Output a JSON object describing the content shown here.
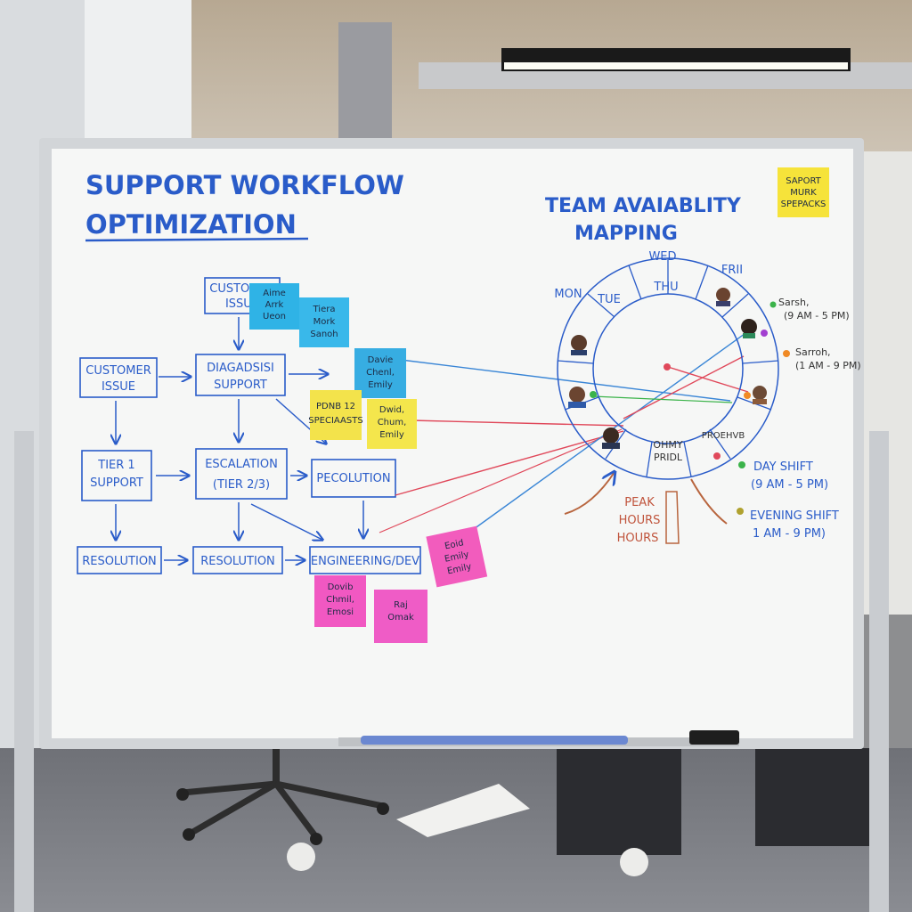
{
  "board": {
    "title_line1": "SUPPORT WORKFLOW",
    "title_line2": "OPTIMIZATION",
    "right_title_line1": "TEAM AVAIABLITY",
    "right_title_line2": "MAPPING"
  },
  "flow_boxes": {
    "top": [
      "CUSTOMER",
      "ISSUE"
    ],
    "customer_issue": [
      "CUSTOMER",
      "ISSUE"
    ],
    "diagnosis": [
      "DIAGADSISI",
      "SUPPORT"
    ],
    "tier1": [
      "TIER 1",
      "SUPPORT"
    ],
    "escalation": [
      "ESCALATION",
      "(TIER 2/3)"
    ],
    "pecolution": "PECOLUTION",
    "resolution1": "RESOLUTION",
    "resolution2": "RESOLUTION",
    "engineering": "ENGINEERING/DEV"
  },
  "sticky_notes": [
    {
      "lines": [
        "Aime",
        "Arrk",
        "Ueon"
      ],
      "color": "#2fb3e6"
    },
    {
      "lines": [
        "Tiera",
        "Mork",
        "Sanoh"
      ],
      "color": "#39b8ea"
    },
    {
      "lines": [
        "Davie",
        "Chenl,",
        "Emily"
      ],
      "color": "#37ade2"
    },
    {
      "lines": [
        "PDNB 12",
        "SPECIAASTS"
      ],
      "color": "#f3e34b"
    },
    {
      "lines": [
        "Dwid,",
        "Chum,",
        "Emily"
      ],
      "color": "#f4e64c"
    },
    {
      "lines": [
        "Eoid",
        "Emily",
        "Emily"
      ],
      "color": "#f25cbd"
    },
    {
      "lines": [
        "Dovib",
        "Chmil,",
        "Emosi"
      ],
      "color": "#f158c2"
    },
    {
      "lines": [
        "Raj",
        "Omak"
      ],
      "color": "#ef5cc6"
    },
    {
      "lines": [
        "SAPORT",
        "MURK",
        "SPEPACKS"
      ],
      "color": "#f6e33a"
    }
  ],
  "ring": {
    "days": [
      "MON",
      "TUE",
      "WED",
      "THU",
      "FRII"
    ],
    "center_label": [
      "OHMY",
      "PRIDL"
    ],
    "small_label": "PROEHVB"
  },
  "legend": {
    "sarah1": [
      "Sarsh,",
      "(9 AM - 5 PM)"
    ],
    "sarah2": [
      "Sarroh,",
      "(1 AM - 9 PM)"
    ],
    "day_shift": [
      "DAY SHIFT",
      "(9 AM - 5 PM)"
    ],
    "evening_shift": [
      "EVENING SHIFT",
      "1 AM - 9 PM)"
    ],
    "peak": [
      "PEAK",
      "HOURS",
      "HOURS"
    ]
  },
  "colors": {
    "marker_blue": "#2a5cc9",
    "red_line": "#e0485a",
    "green_dot": "#3bb34a",
    "orange_dot": "#f08a25",
    "purple_dot": "#a23fd0"
  }
}
